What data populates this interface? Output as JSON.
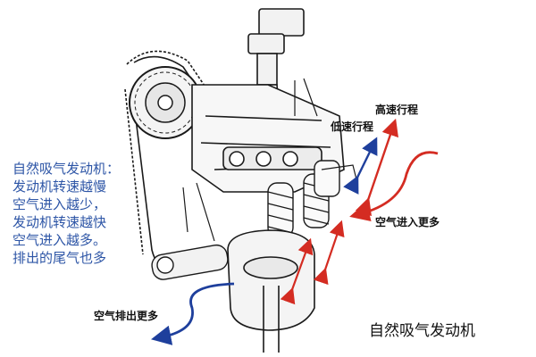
{
  "left_text": {
    "line1": "自然吸气发动机：",
    "line2": "发动机转速越慢",
    "line3": "空气进入越少，",
    "line4": "发动机转速越快",
    "line5": "空气进入越多。",
    "line6": "排出的尾气也多"
  },
  "labels": {
    "high_stroke": "高速行程",
    "low_stroke": "低速行程",
    "air_in_more": "空气进入更多",
    "air_out_more": "空气排出更多"
  },
  "caption": "自然吸气发动机",
  "colors": {
    "blue_text": "#2d55a6",
    "arrow_red": "#d42c22",
    "arrow_blue": "#1e3f9c",
    "line_art": "#1a1a1a"
  }
}
